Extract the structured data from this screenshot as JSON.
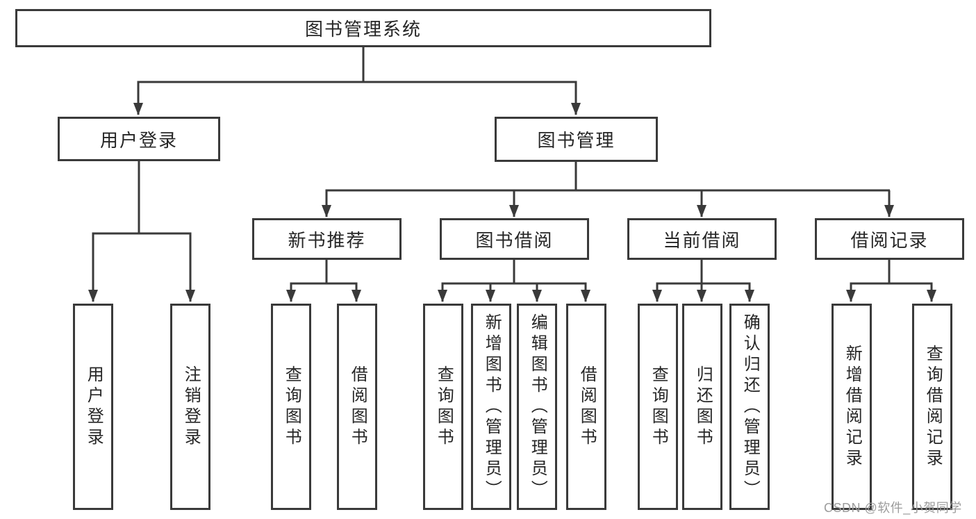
{
  "colors": {
    "line": "#3a3a3a",
    "text": "#262626",
    "watermark": "#9c9c9c",
    "background": "#ffffff"
  },
  "watermark": {
    "text": "CSDN @软件_小贺同学"
  },
  "tree": {
    "root": {
      "label": "图书管理系统"
    },
    "branches": [
      {
        "label": "用户登录",
        "children": [
          {
            "label": "用户登录"
          },
          {
            "label": "注销登录"
          }
        ]
      },
      {
        "label": "图书管理",
        "children": [
          {
            "label": "新书推荐",
            "children": [
              {
                "label": "查询图书"
              },
              {
                "label": "借阅图书"
              }
            ]
          },
          {
            "label": "图书借阅",
            "children": [
              {
                "label": "查询图书"
              },
              {
                "label": "新增图书（管理员）"
              },
              {
                "label": "编辑图书（管理员）"
              },
              {
                "label": "借阅图书"
              }
            ]
          },
          {
            "label": "当前借阅",
            "children": [
              {
                "label": "查询图书"
              },
              {
                "label": "归还图书"
              },
              {
                "label": "确认归还（管理员）"
              }
            ]
          },
          {
            "label": "借阅记录",
            "children": [
              {
                "label": "新增借阅记录"
              },
              {
                "label": "查询借阅记录"
              }
            ]
          }
        ]
      }
    ]
  }
}
